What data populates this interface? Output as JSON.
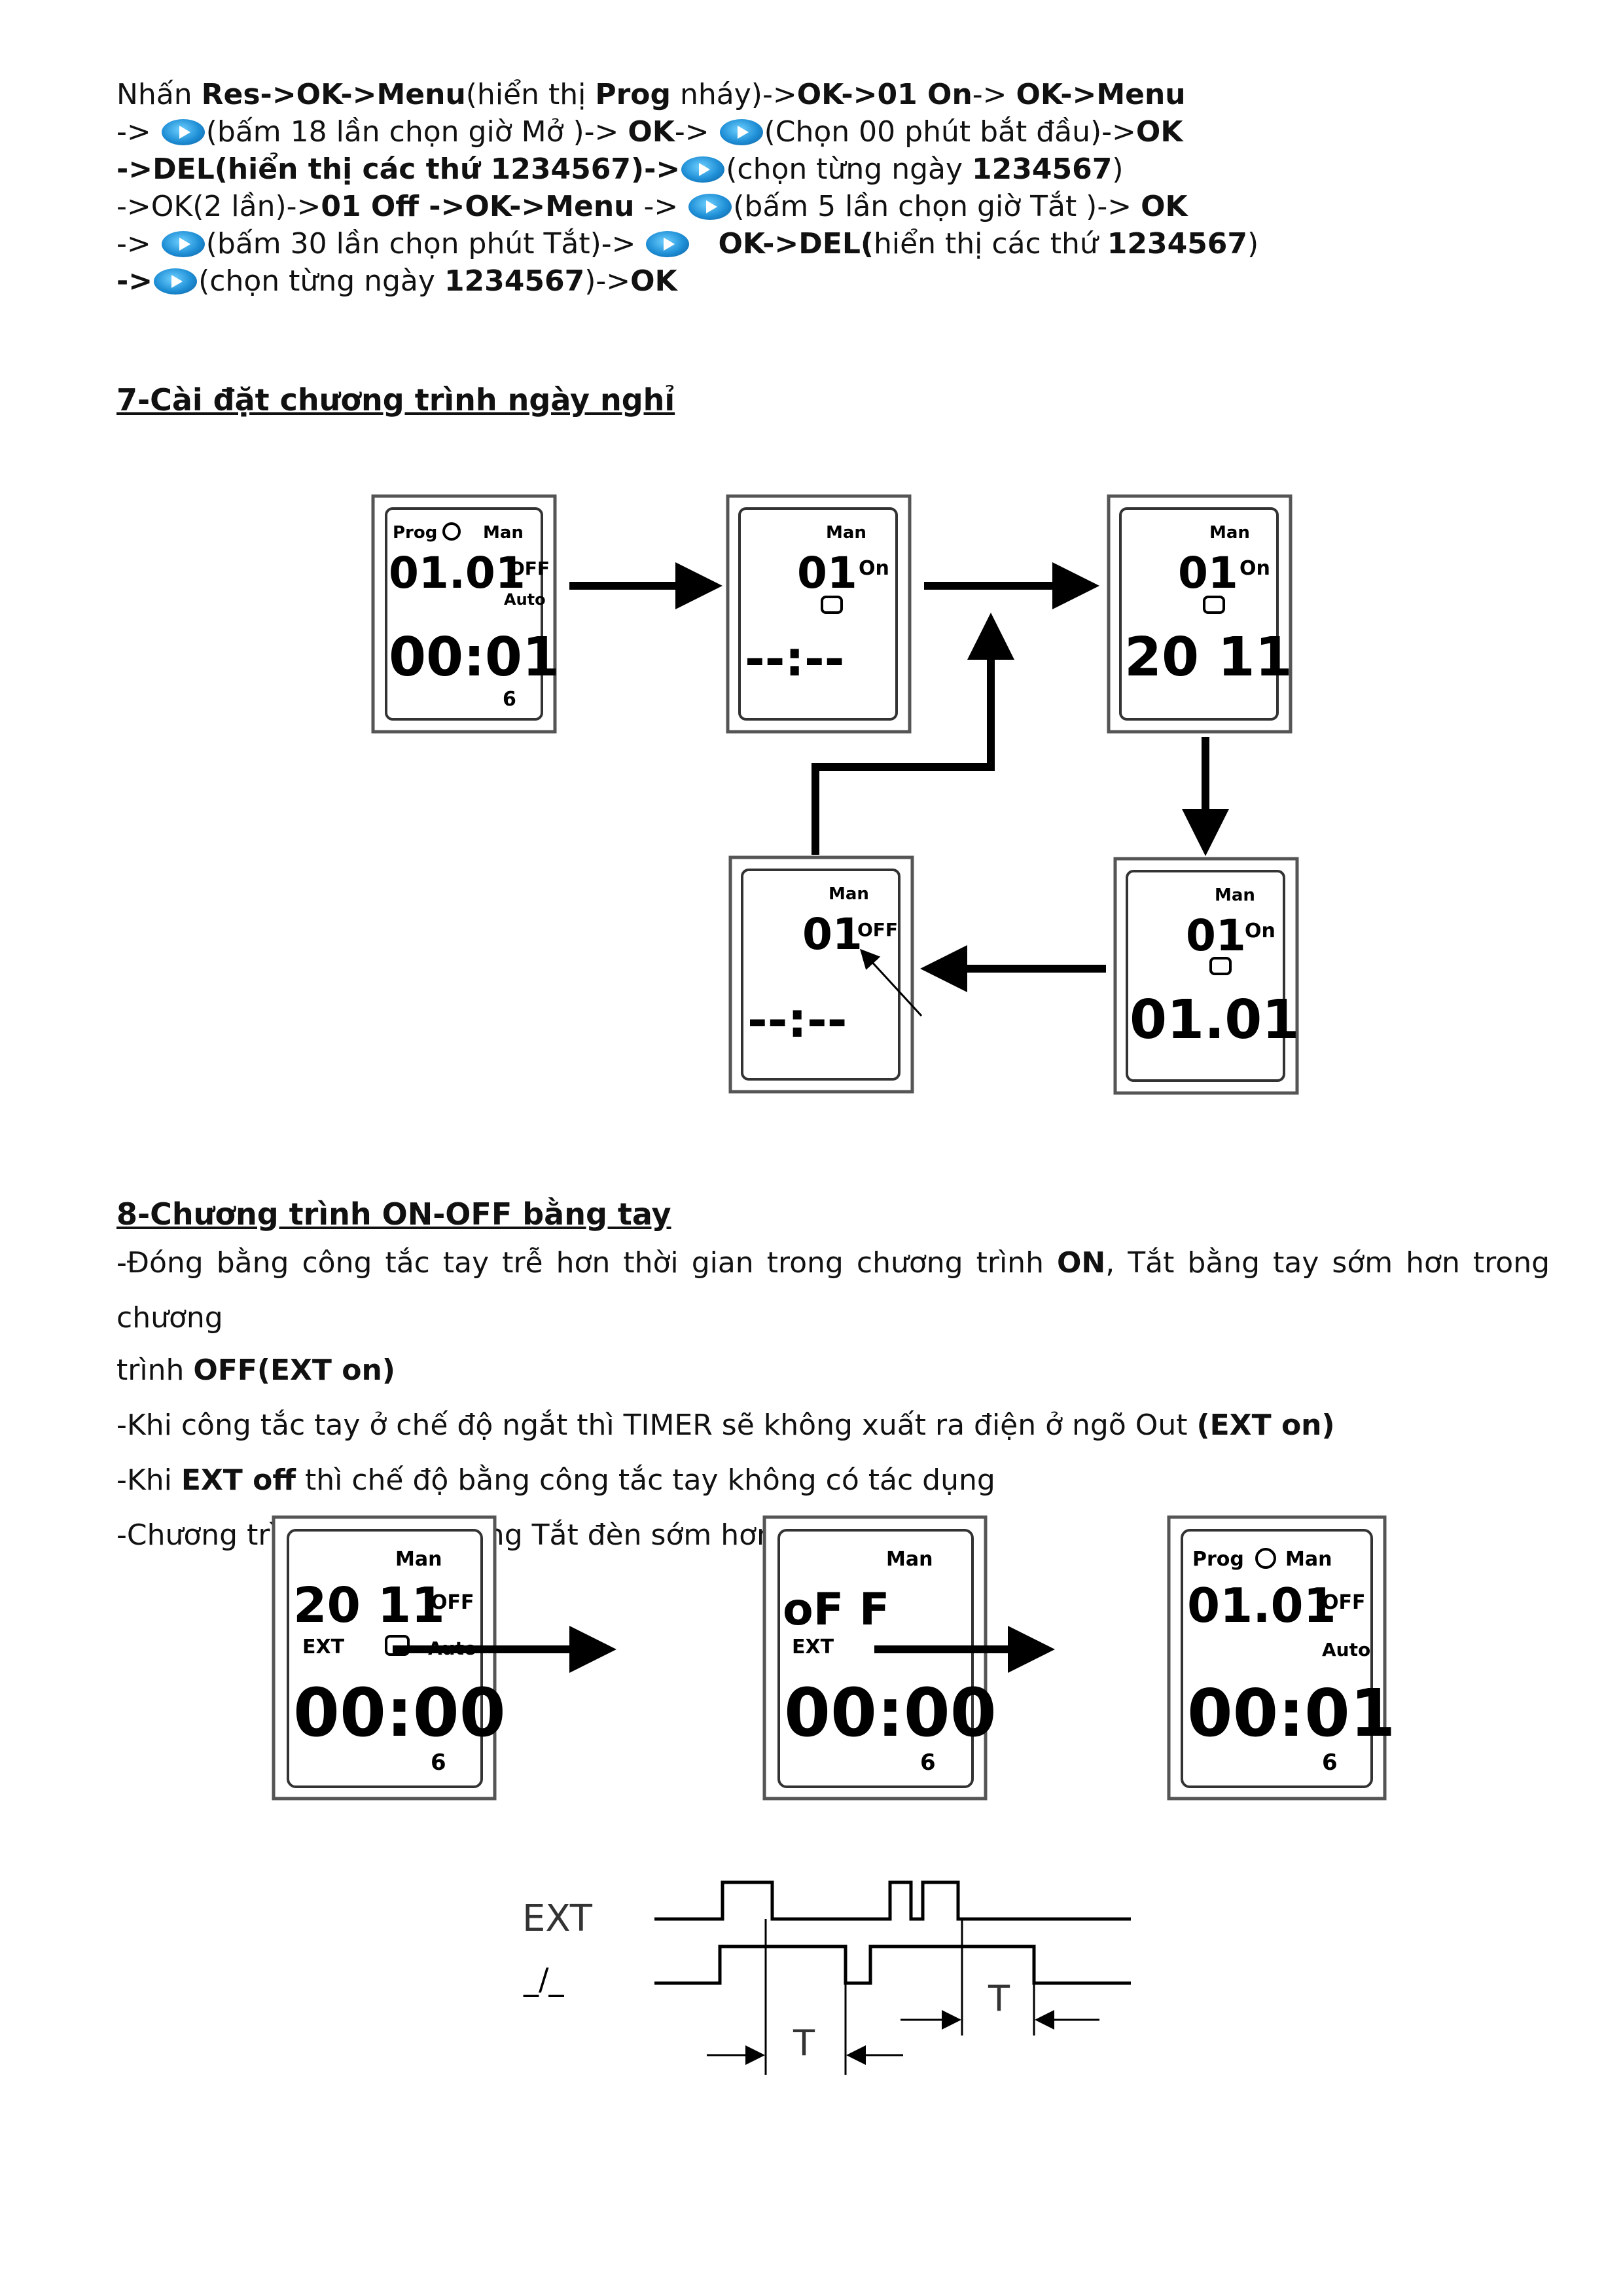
{
  "instructions": {
    "l1": {
      "a": "Nhấn ",
      "b": "Res->OK->Menu",
      "c": "(hiển thị ",
      "d": "Prog",
      "e": " nháy)->",
      "f": "OK->01 On",
      "g": "-> ",
      "h": "OK->Menu"
    },
    "l2": {
      "a": " -> ",
      "b": "(bấm 18 lần chọn giờ Mở )-> ",
      "c": "OK",
      "d": "-> ",
      "e": "(Chọn 00 phút bắt đầu)->",
      "f": "OK"
    },
    "l3": {
      "a": "->DEL(hiển thị các thứ 1234567",
      "b": ")->",
      "c": "(chọn từng ngày ",
      "d": "1234567",
      "e": ")"
    },
    "l4": {
      "a": "->OK(2 lần)->",
      "b": "01 Off ->OK->Menu",
      "c": "  -> ",
      "d": "(bấm 5 lần chọn giờ Tắt )-> ",
      "e": "OK"
    },
    "l5": {
      "a": "-> ",
      "b": "(bấm 30 lần chọn phút Tắt)-> ",
      "c": "OK->DEL(",
      "d": "hiển thị các thứ ",
      "e": "1234567",
      "f": ")"
    },
    "l6": {
      "a": "->",
      "b": "(chọn từng ngày ",
      "c": "1234567",
      "d": ")->",
      "e": "OK"
    }
  },
  "section7": {
    "heading": "7-Cài đặt chương trình ngày nghỉ"
  },
  "section8": {
    "heading": "8-Chương trình  ON-OFF bằng tay",
    "p1": {
      "a": "-Đóng bằng công tắc tay trễ hơn thời gian trong chương trình  ",
      "b": "ON",
      "c": ", Tắt bằng tay sớm hơn  trong chương",
      "d": "trình  ",
      "e": "OFF(EXT on)"
    },
    "p2": {
      "a": "-Khi công tắc tay ở chế độ ngắt thì TIMER sẽ không xuất ra điện ở ngõ Out ",
      "b": "(EXT on)"
    },
    "p3": {
      "a": "-Khi ",
      "b": "EXT off",
      "c": " thì chế độ bằng công tắc tay không có tác dụng"
    },
    "p4": {
      "a": "-Chương trình này ứng dụng Tắt đèn sớm hơn ,Mở đèn trễ"
    }
  },
  "lcd": {
    "prog": "Prog",
    "man": "Man",
    "auto": "Auto",
    "ext": "EXT",
    "on": "On",
    "off": "OFF",
    "six": "6",
    "d1": {
      "top": "01.01",
      "bot": "00:01"
    },
    "d2": {
      "top": "01",
      "bot": "--:--"
    },
    "d3": {
      "top": "01",
      "bot": "20 11"
    },
    "d4": {
      "top": "01",
      "bot": "01.01"
    },
    "d5": {
      "top": "01",
      "bot": "--:--"
    },
    "e1": {
      "top": "20 11",
      "bot": "00:00"
    },
    "e2": {
      "top": "oF F",
      "bot": "00:00"
    },
    "e3": {
      "top": "01.01",
      "bot": "00:01"
    }
  },
  "timing": {
    "ext_label": "EXT",
    "switch_label": "_/_",
    "t1": "T",
    "t2": "T"
  }
}
